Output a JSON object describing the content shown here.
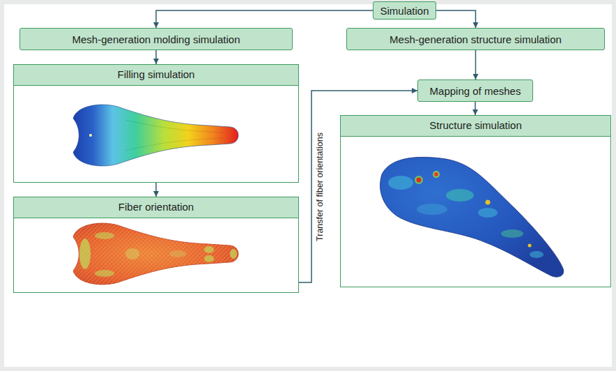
{
  "diagram": {
    "nodes": [
      {
        "text": [
          "Simulation"
        ]
      },
      {
        "text": [
          "Mesh-generation molding simulation"
        ]
      },
      {
        "text": [
          "Mesh-generation structure simulation"
        ]
      },
      {
        "text": [
          "Filling simulation"
        ]
      },
      {
        "text": [
          "Fiber orientation"
        ]
      },
      {
        "text": [
          "Mapping of meshes"
        ]
      },
      {
        "text": [
          "Structure simulation"
        ]
      }
    ],
    "edges": [
      {
        "from": 0,
        "to": 1,
        "arrow": "to"
      },
      {
        "from": 0,
        "to": 2,
        "arrow": "to"
      },
      {
        "from": 1,
        "to": 3,
        "arrow": "to"
      },
      {
        "from": 3,
        "to": 4,
        "arrow": "to"
      },
      {
        "from": 4,
        "to": 5,
        "arrow": "to",
        "label": "Transfer of fiber orientations"
      },
      {
        "from": 2,
        "to": 5,
        "arrow": "to"
      },
      {
        "from": 5,
        "to": 6,
        "arrow": "to"
      }
    ]
  }
}
